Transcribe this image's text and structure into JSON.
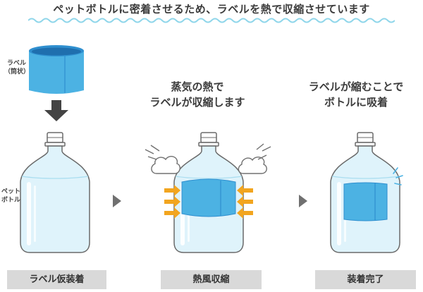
{
  "title": "ペットボトルに密着させるため、ラベルを熱で収縮させています",
  "label_tube_line1": "ラベル",
  "label_tube_line2": "（筒状）",
  "label_bottle_line1": "ペット",
  "label_bottle_line2": "ボトル",
  "step2_heading_line1": "蒸気の熱で",
  "step2_heading_line2": "ラベルが収縮します",
  "step3_heading_line1": "ラベルが縮むことで",
  "step3_heading_line2": "ボトルに吸着",
  "steps": [
    {
      "label": "ラベル仮装着"
    },
    {
      "label": "熱風収縮"
    },
    {
      "label": "装着完了"
    }
  ],
  "colors": {
    "label_blue": "#4cb2e3",
    "label_blue_dark": "#2f8fcf",
    "arrow_orange": "#f2a51f",
    "bottle_fill": "#dff3fb",
    "bottle_stroke": "#6a6a6a",
    "step_box": "#d9d9d9",
    "wave": "#8fd6ea"
  }
}
